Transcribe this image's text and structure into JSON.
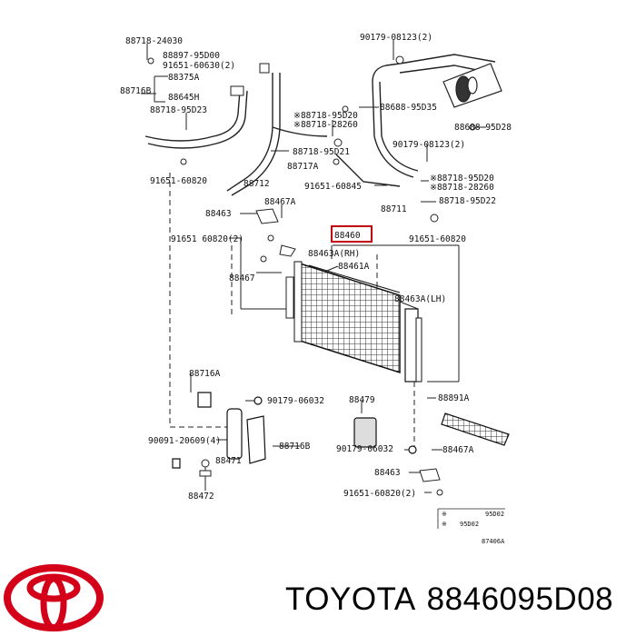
{
  "diagram": {
    "labels": {
      "l01": "88718-24030",
      "l02": "88897-95D00",
      "l03": "91651-60630(2)",
      "l04": "88375A",
      "l05": "88716B",
      "l06": "88645H",
      "l07": "88718-95D23",
      "l08": "90179-08123(2)",
      "l09": "88688-95D35",
      "l10": "※88718-95D20",
      "l11": "※88718-28260",
      "l12": "88688-95D28",
      "l13": "90179-08123(2)",
      "l14": "88718-95D21",
      "l15": "88717A",
      "l16": "※88718-95D20",
      "l17": "※88718-28260",
      "l18": "91651-60820",
      "l19": "88712",
      "l20": "91651-60845",
      "l21": "88711",
      "l22": "88718-95D22",
      "l23": "88467A",
      "l24": "88463",
      "l25": "88460",
      "l26": "91651 60820(2)",
      "l27": "91651-60820",
      "l28": "88463A(RH)",
      "l29": "88461A",
      "l30": "88467",
      "l31": "88463A(LH)",
      "l32": "88716A",
      "l33": "90179-06032",
      "l34": "88479",
      "l35": "88891A",
      "l36": "90091-20609(4)",
      "l37": "88716B",
      "l38": "90179-06032",
      "l39": "88467A",
      "l40": "88471",
      "l41": "88463",
      "l42": "91651-60820(2)",
      "l43": "88472",
      "n1": "※",
      "n2": "95D02",
      "n3": "※",
      "n4": "95D02",
      "code": "87406A"
    }
  },
  "footer": {
    "brand": "TOYOTA",
    "part_number": "8846095D08"
  },
  "colors": {
    "logo": "#d40019",
    "line": "#111111"
  },
  "icons": {
    "logo": "toyota-logo-icon"
  }
}
